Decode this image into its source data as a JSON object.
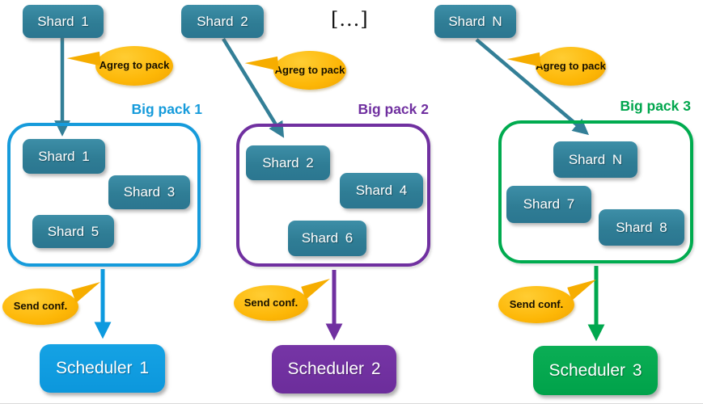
{
  "top_row": {
    "shards": [
      "Shard 1",
      "Shard 2",
      "Shard N"
    ],
    "ellipsis": "[...]"
  },
  "callouts": {
    "aggregate_label": "Agreg to pack",
    "send_label": "Send conf."
  },
  "packs": [
    {
      "title": "Big pack 1",
      "accent_color": "#169bdb",
      "source_shard": "Shard 1",
      "shards": [
        "Shard 1",
        "Shard 3",
        "Shard 5"
      ],
      "scheduler": "Scheduler 1"
    },
    {
      "title": "Big pack 2",
      "accent_color": "#7030a0",
      "source_shard": "Shard 2",
      "shards": [
        "Shard 2",
        "Shard 4",
        "Shard 6"
      ],
      "scheduler": "Scheduler 2"
    },
    {
      "title": "Big pack 3",
      "accent_color": "#00a64d",
      "source_shard": "Shard N",
      "shards": [
        "Shard N",
        "Shard 7",
        "Shard 8"
      ],
      "scheduler": "Scheduler 3"
    }
  ],
  "colors": {
    "shard_teal": "#2f7d95",
    "arrow_teal": "#337f97",
    "callout_gold": "#fdb707",
    "pack1_blue": "#169bdb",
    "pack2_purple": "#7030a0",
    "pack3_green": "#00a64d",
    "scheduler1_blue": "#0d9adf",
    "scheduler2_purple": "#7030a0",
    "scheduler3_green": "#00a84e"
  }
}
